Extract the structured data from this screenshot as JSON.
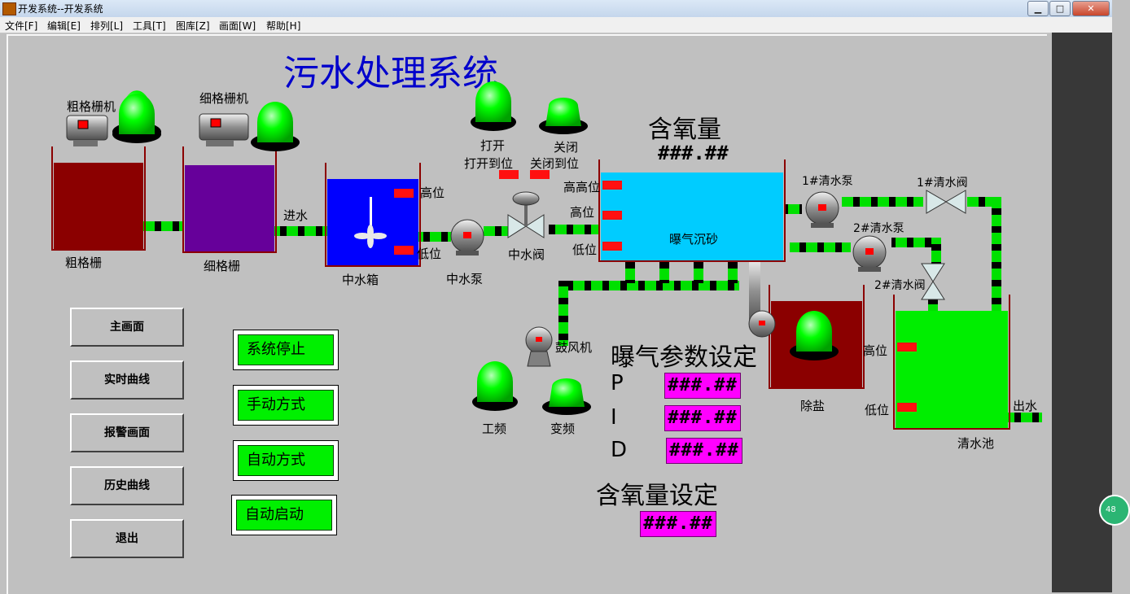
{
  "window": {
    "title": "开发系统--开发系统",
    "minimize": "▁",
    "maximize": "□",
    "close": "✕"
  },
  "menu": [
    "文件[F]",
    "编辑[E]",
    "排列[L]",
    "工具[T]",
    "图库[Z]",
    "画面[W]",
    "帮助[H]"
  ],
  "page_title": "污水处理系统",
  "equipment": {
    "coarse_screen_machine": "粗格栅机",
    "fine_screen_machine": "细格栅机",
    "coarse_screen": "粗格栅",
    "fine_screen": "细格栅",
    "inlet": "进水",
    "mid_tank": "中水箱",
    "mid_pump": "中水泵",
    "mid_valve": "中水阀",
    "aeration": "曝气沉砂",
    "blower": "鼓风机",
    "desalt": "除盐",
    "clear_pool": "清水池",
    "outlet": "出水",
    "pump1": "1#清水泵",
    "pump2": "2#清水泵",
    "valve1": "1#清水阀",
    "valve2": "2#清水阀"
  },
  "levels": {
    "high": "高位",
    "low": "低位",
    "high_high": "高高位"
  },
  "valve_status": {
    "open": "打开",
    "close": "关闭",
    "open_done": "打开到位",
    "close_done": "关闭到位"
  },
  "freq": {
    "power": "工频",
    "variable": "变频"
  },
  "oxygen": {
    "title": "含氧量",
    "value": "###.##"
  },
  "aeration_params": {
    "title": "曝气参数设定",
    "p_label": "P",
    "i_label": "I",
    "d_label": "D",
    "p": "###.##",
    "i": "###.##",
    "d": "###.##"
  },
  "oxygen_set": {
    "title": "含氧量设定",
    "value": "###.##"
  },
  "nav_buttons": [
    "主画面",
    "实时曲线",
    "报警画面",
    "历史曲线",
    "退出"
  ],
  "mode_buttons": [
    "系统停止",
    "手动方式",
    "自动方式",
    "自动启动"
  ],
  "side_badge": "48",
  "colors": {
    "indicator_green": "#00ff00",
    "led_magenta": "#ff00ff",
    "pipe_green": "#00e000",
    "alarm_red": "#ff1010",
    "title_blue": "#0000cc"
  }
}
